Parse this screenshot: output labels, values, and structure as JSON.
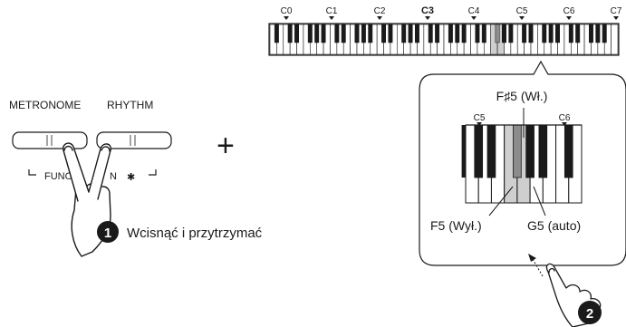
{
  "keyboard": {
    "octave_labels": [
      "C0",
      "C1",
      "C2",
      "C3",
      "C4",
      "C5",
      "C6",
      "C7"
    ],
    "bold_label": "C3"
  },
  "buttons": {
    "left_label": "METRONOME",
    "right_label": "RHYTHM",
    "function_text_left": "FUNC",
    "function_text_right": "N"
  },
  "symbols": {
    "plus": "+",
    "bluetooth_glyph": "✱"
  },
  "steps": [
    {
      "number": "1",
      "text": "Wcisnąć i przytrzymać"
    },
    {
      "number": "2",
      "text": ""
    }
  ],
  "callout": {
    "title": "F♯5 (Wł.)",
    "left_octave": "C5",
    "right_octave": "C6",
    "label_left": "F5 (Wył.)",
    "label_right": "G5 (auto)"
  },
  "colors": {
    "highlight_white": "#cfcfcf",
    "highlight_black": "#8c8c8c",
    "badge": "#1a1a1a",
    "line": "#1a1a1a"
  }
}
